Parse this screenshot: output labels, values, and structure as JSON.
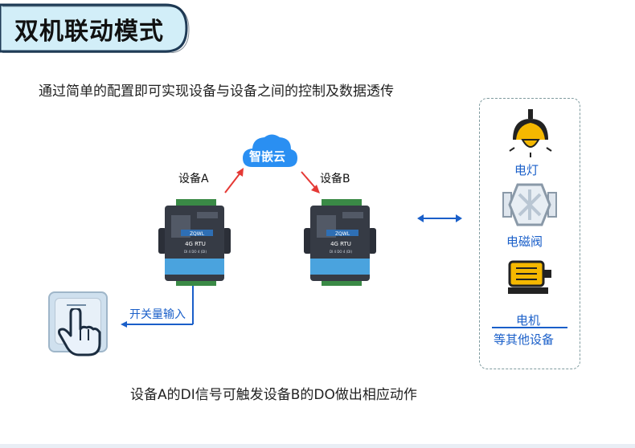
{
  "header": {
    "title": "双机联动模式"
  },
  "description": "通过简单的配置即可实现设备与设备之间的控制及数据透传",
  "cloud": {
    "label": "智嵌云"
  },
  "devices": {
    "a": {
      "label": "设备A"
    },
    "b": {
      "label": "设备B"
    }
  },
  "rtu": {
    "brand": "ZQWL",
    "model": "4G RTU",
    "spec": "DI 4 DO 4 (DI)"
  },
  "input": {
    "label": "开关量输入"
  },
  "targets": [
    {
      "label": "电灯",
      "icon": "lamp-icon"
    },
    {
      "label": "电磁阀",
      "icon": "solenoid-valve-icon"
    },
    {
      "label": "电机",
      "icon": "motor-icon"
    },
    {
      "label": "等其他设备",
      "icon": ""
    }
  ],
  "caption": "设备A的DI信号可触发设备B的DO做出相应动作",
  "colors": {
    "accent": "#1a5fc9",
    "arrow_red": "#e53935",
    "cloud": "#2a8ff2",
    "tab_fill": "#d2eef8",
    "tab_stroke": "#1f3b56"
  }
}
